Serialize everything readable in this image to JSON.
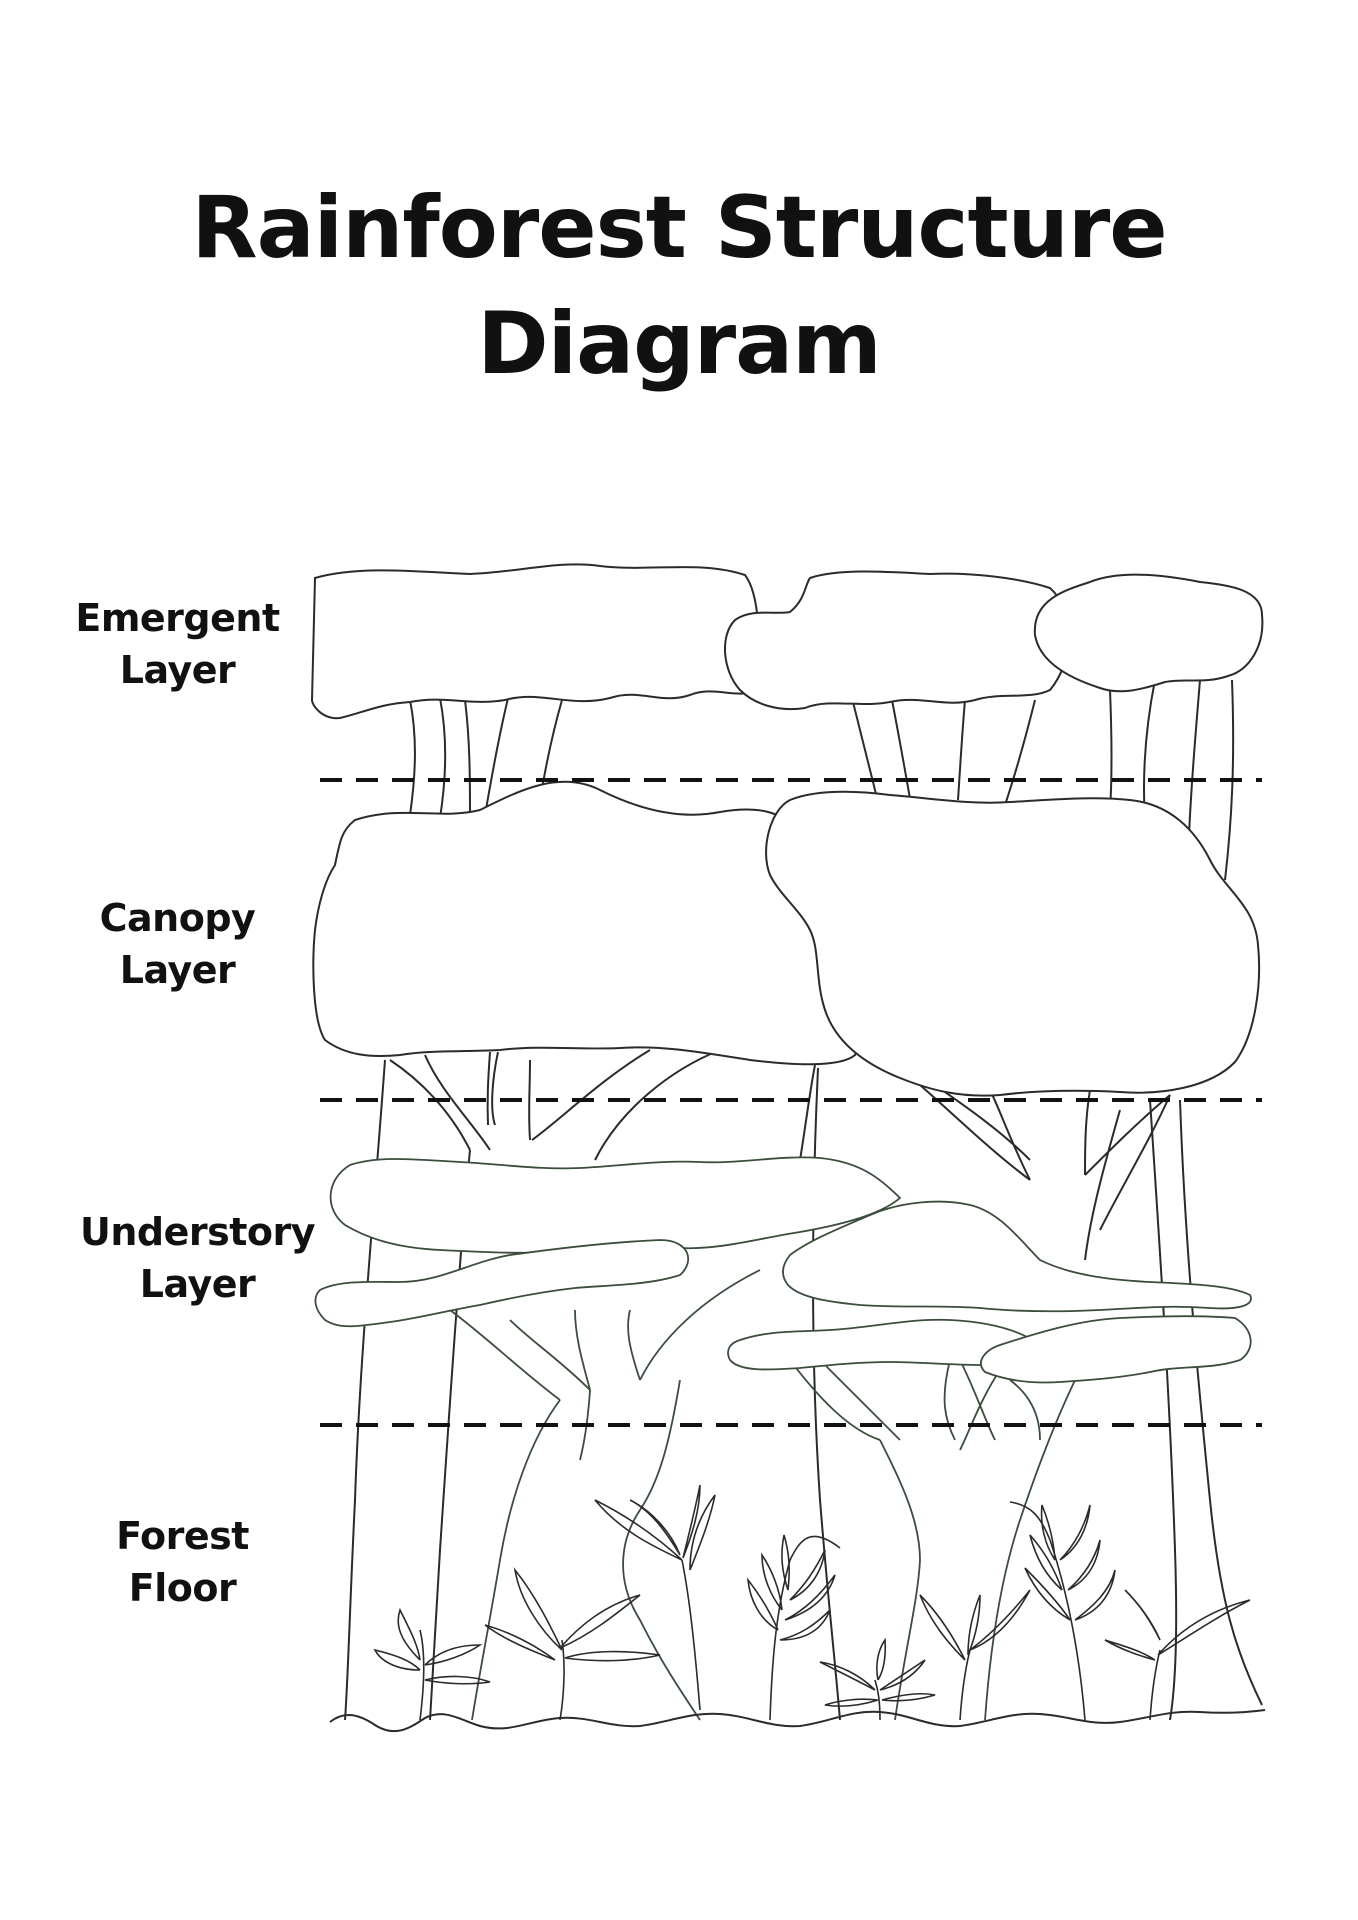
{
  "title": {
    "line1": "Rainforest Structure",
    "line2": "Diagram"
  },
  "layers": [
    {
      "line1": "Emergent",
      "line2": "Layer"
    },
    {
      "line1": "Canopy",
      "line2": "Layer"
    },
    {
      "line1": "Understory",
      "line2": "Layer"
    },
    {
      "line1": "Forest",
      "line2": "Floor"
    }
  ],
  "colors": {
    "ink": "#111111",
    "outline": "#2b2b2b",
    "understory_outline": "#3b4d3b",
    "background": "#ffffff"
  }
}
